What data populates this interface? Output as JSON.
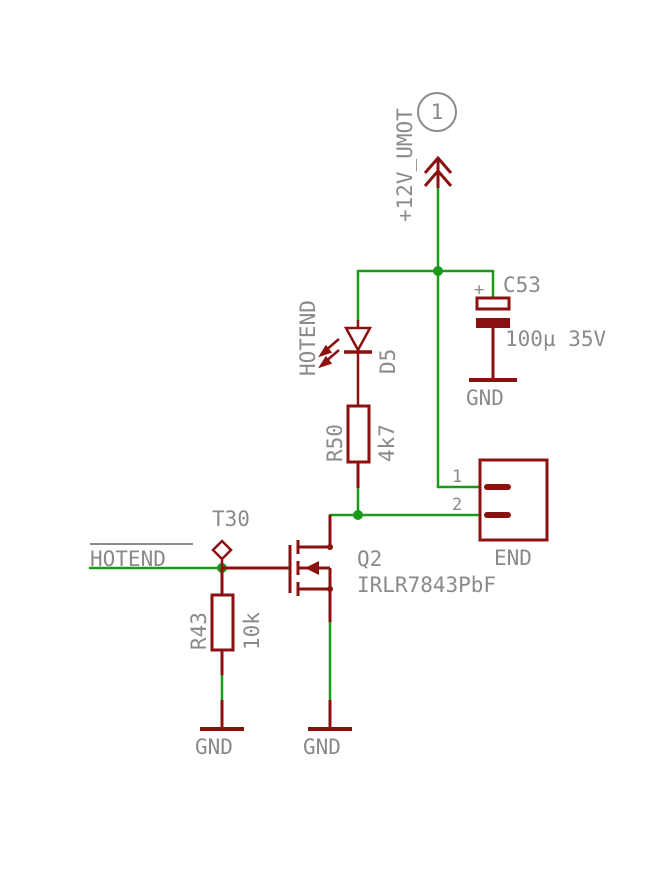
{
  "colors": {
    "wire": "#1a9a1a",
    "part": "#8b1010",
    "text": "#8a8a8a"
  },
  "supply": {
    "net_name": "+12V_UMOT",
    "sheet_ref": "1"
  },
  "capacitor": {
    "ref": "C53",
    "value": "100µ 35V",
    "plus": "+",
    "gnd": "GND"
  },
  "led": {
    "ref": "D5",
    "label": "HOTEND"
  },
  "resistor_r50": {
    "ref": "R50",
    "value": "4k7"
  },
  "resistor_r43": {
    "ref": "R43",
    "value": "10k"
  },
  "connector": {
    "name": "END",
    "pin1": "1",
    "pin2": "2"
  },
  "mosfet": {
    "ref": "Q2",
    "part": "IRLR7843PbF",
    "gnd": "GND"
  },
  "testpoint": {
    "ref": "T30"
  },
  "signal": {
    "name": "HOTEND"
  },
  "r43_gnd": "GND"
}
